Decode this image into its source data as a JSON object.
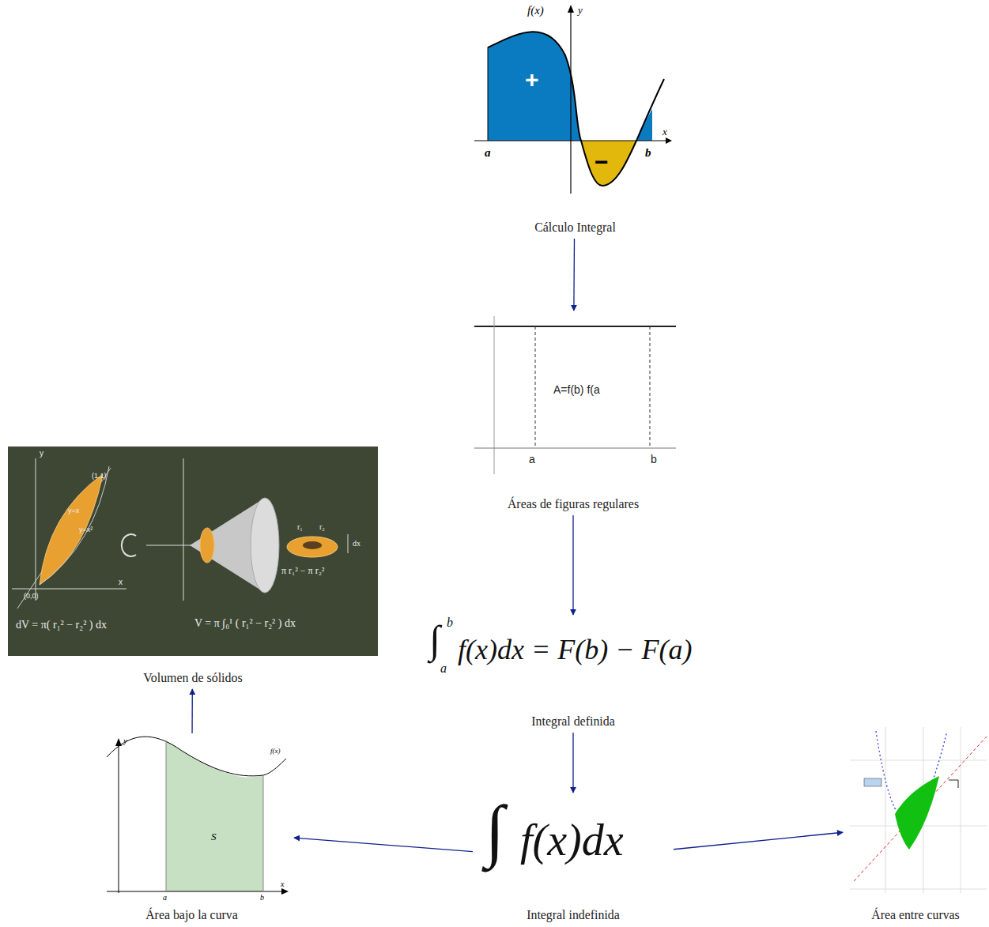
{
  "diagram": {
    "nodes": [
      {
        "text": [
          "Cálculo Integral"
        ]
      },
      {
        "text": [
          "Áreas de figuras regulares"
        ]
      },
      {
        "text": [
          "∫",
          "b",
          "a",
          "f(x)dx = F(b) − F(a)",
          "Integral definida"
        ]
      },
      {
        "text": [
          "∫",
          "f(x)dx",
          "Integral indefinida"
        ]
      },
      {
        "text": [
          "Área bajo la curva"
        ]
      },
      {
        "text": [
          "Volumen de sólidos"
        ]
      },
      {
        "text": [
          "Área entre curvas"
        ]
      }
    ],
    "edges": [
      {
        "from": 0,
        "to": 1,
        "arrow": "to"
      },
      {
        "from": 1,
        "to": 2,
        "arrow": "to"
      },
      {
        "from": 2,
        "to": 3,
        "arrow": "to"
      },
      {
        "from": 3,
        "to": 4,
        "arrow": "to"
      },
      {
        "from": 3,
        "to": 6,
        "arrow": "to"
      },
      {
        "from": 4,
        "to": 5,
        "arrow": "to"
      }
    ],
    "labels": [
      "f(x)",
      "y",
      "+",
      "−",
      "a",
      "x",
      "b",
      "A=f(b) f(a",
      "a",
      "b",
      "(1,1)",
      "y=x",
      "y=x²",
      "(0,0)",
      "y",
      "x",
      "dV = π( r₁² − r₂² ) dx",
      "V = π ∫₀¹ ( r₁² − r₂² ) dx",
      "r₁",
      "r₂",
      "π r₁² − π r₂²",
      "dx",
      "y",
      "a",
      "b",
      "x",
      "S",
      "f(x)"
    ]
  }
}
